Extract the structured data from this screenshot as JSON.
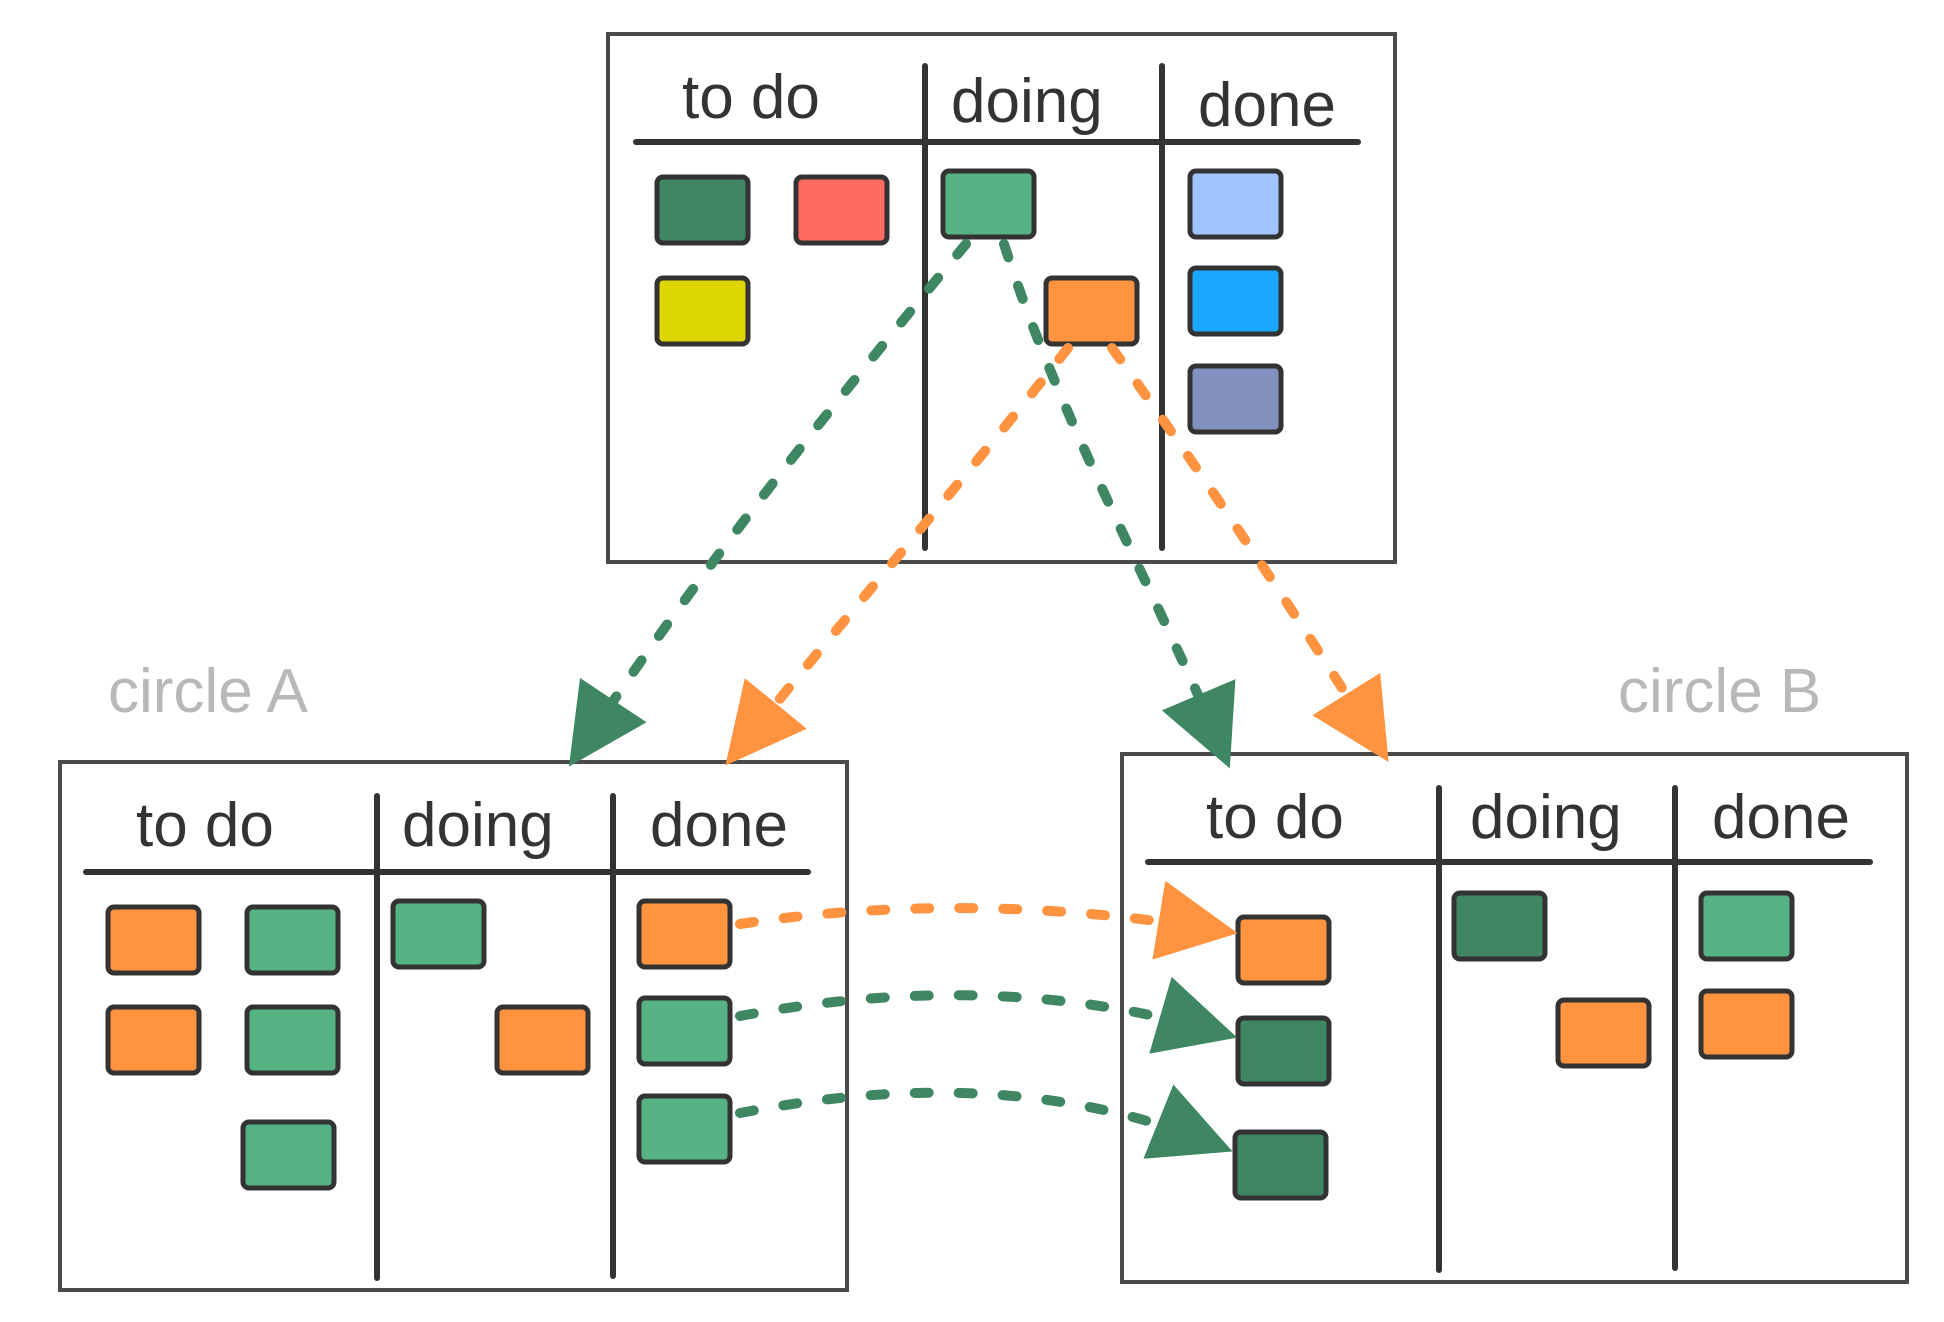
{
  "colors": {
    "dark_green": "#3f8762",
    "green": "#55b383",
    "red": "#ff6b61",
    "yellow": "#ddd600",
    "orange": "#ff9340",
    "light_blue": "#9fc4ff",
    "blue": "#1aa7ff",
    "slate": "#8290c0",
    "label_grey": "#b8b8b8",
    "frame": "#4a4a4a"
  },
  "boards": {
    "main": {
      "col1": "to do",
      "col2": "doing",
      "col3": "done"
    },
    "a": {
      "col1": "to do",
      "col2": "doing",
      "col3": "done"
    },
    "b": {
      "col1": "to do",
      "col2": "doing",
      "col3": "done"
    }
  },
  "circles": {
    "a": "circle A",
    "b": "circle B"
  }
}
